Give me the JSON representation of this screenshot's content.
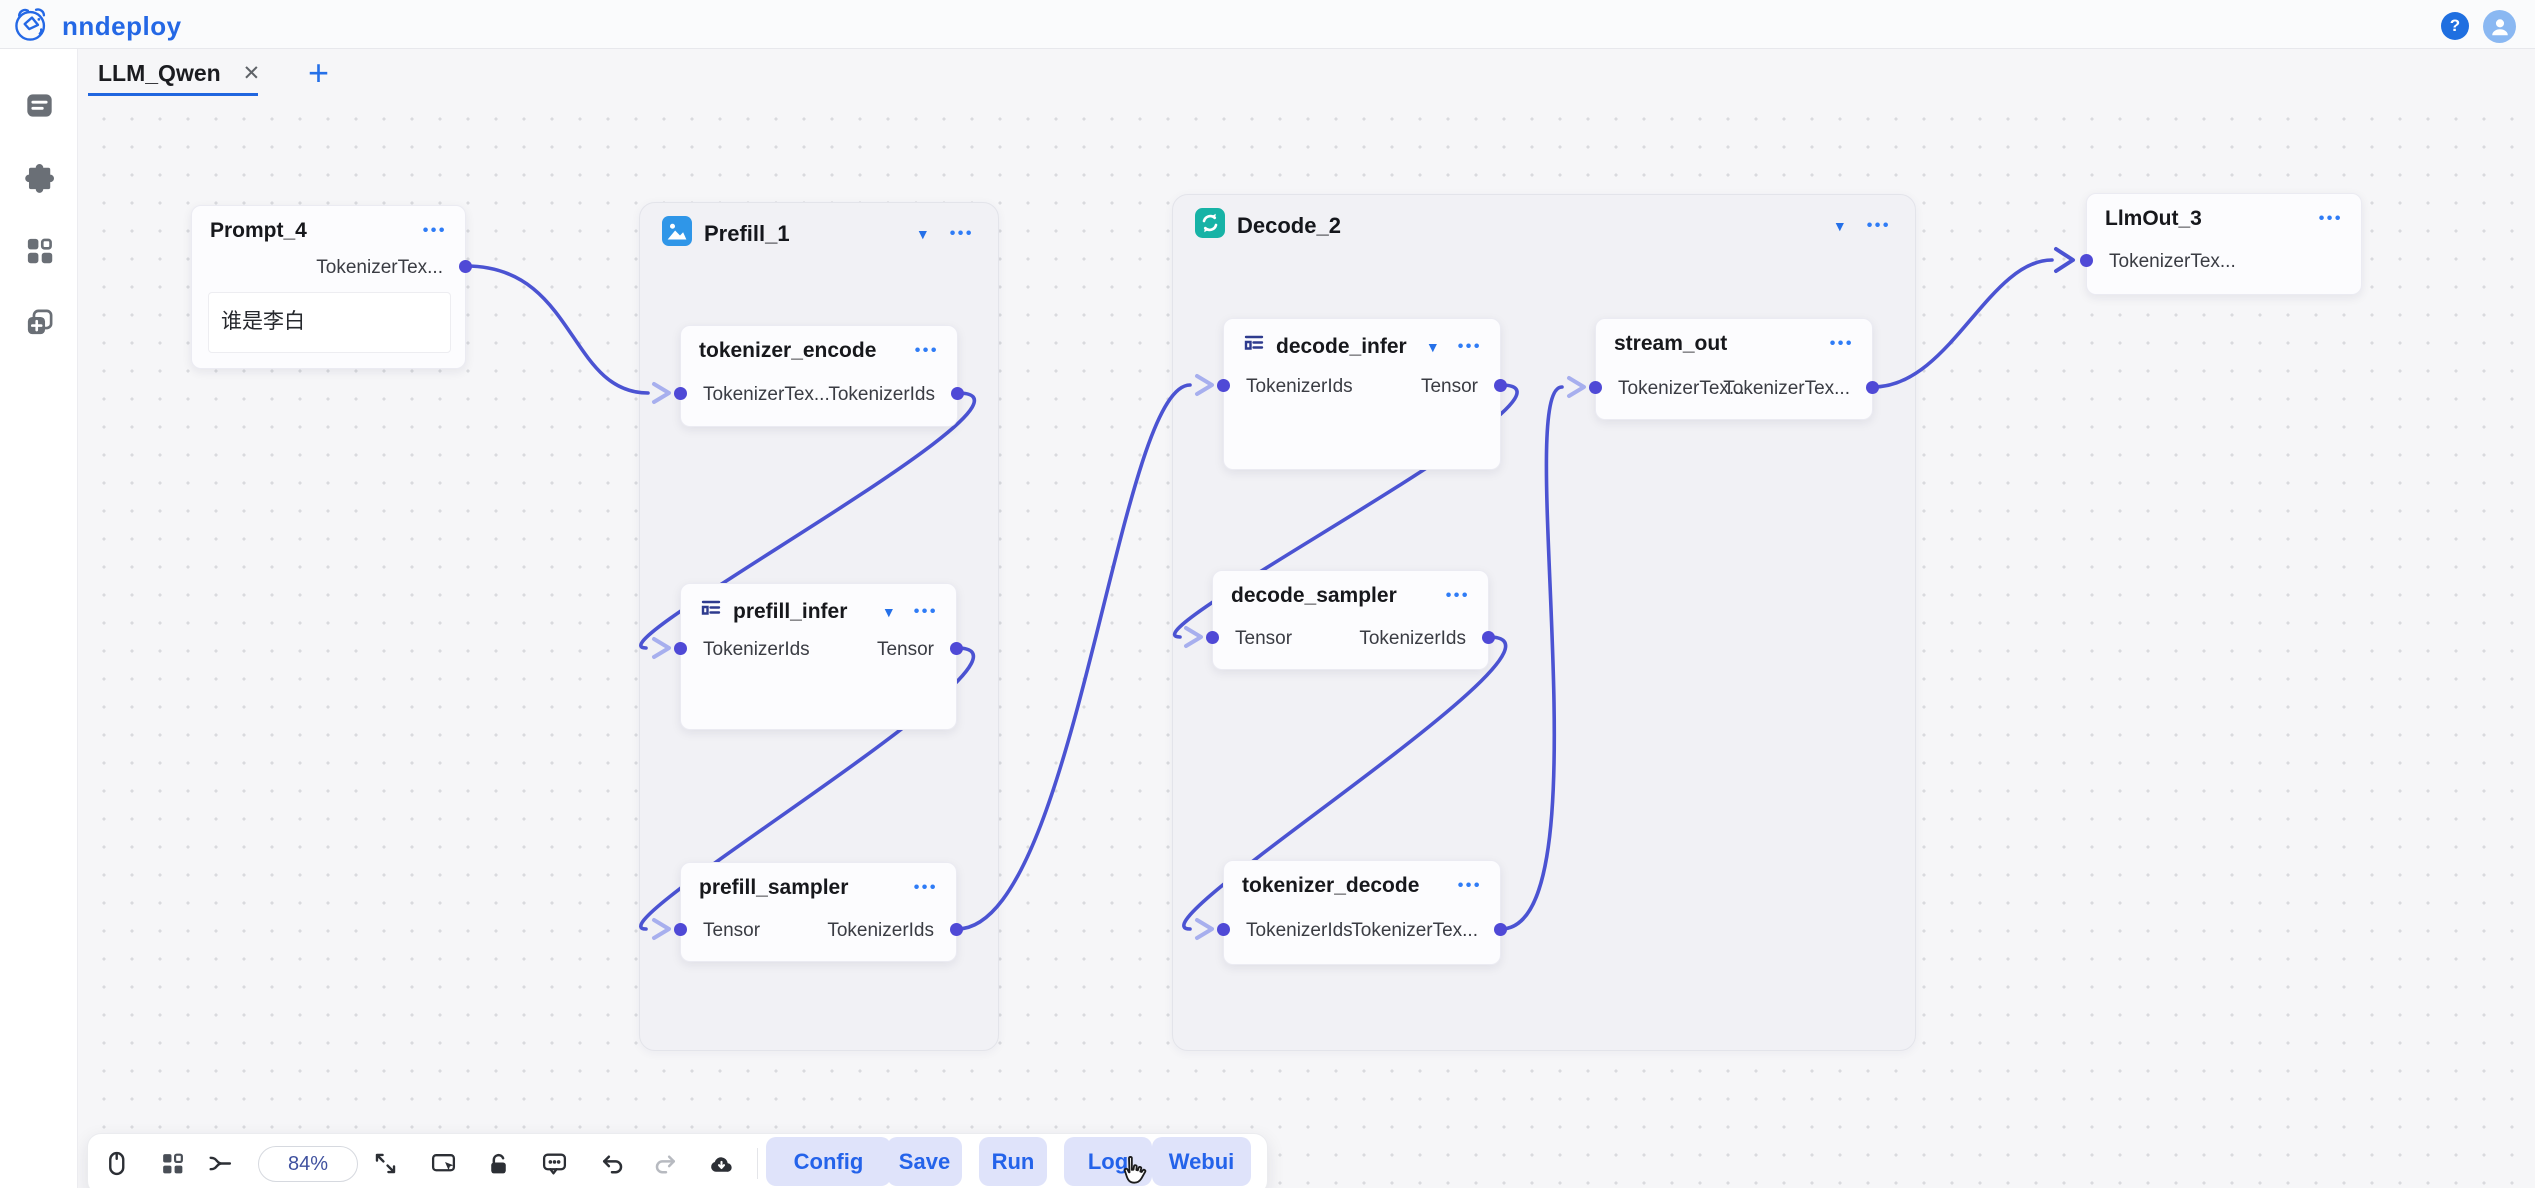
{
  "app": {
    "brand": "nndeploy"
  },
  "icons": {
    "ellipsis": "•••",
    "collapse": "▼",
    "close": "✕",
    "add": "+",
    "help": "?",
    "logo": "bear-logo-icon",
    "sidebar": [
      "notes-icon",
      "puzzle-icon",
      "dashboard-icon",
      "copy-add-icon"
    ],
    "toolbar": [
      "mouse-icon",
      "minimap-icon",
      "branch-icon",
      "fit-view-icon",
      "screen-pointer-icon",
      "lock-open-icon",
      "comment-icon",
      "undo-icon",
      "redo-icon",
      "cloud-download-icon"
    ]
  },
  "tabs": {
    "active_label": "LLM_Qwen"
  },
  "toolbar": {
    "zoom_value": "84%",
    "buttons": [
      {
        "label": "Config"
      },
      {
        "label": "Save"
      },
      {
        "label": "Run"
      },
      {
        "label": "Log"
      },
      {
        "label": "Webui"
      }
    ]
  },
  "groups": {
    "prefill": {
      "title": "Prefill_1"
    },
    "decode": {
      "title": "Decode_2"
    }
  },
  "nodes": {
    "prompt4": {
      "title": "Prompt_4",
      "output": "TokenizerTex...",
      "text": "谁是李白"
    },
    "tokenizer_encode": {
      "title": "tokenizer_encode",
      "input": "TokenizerTex...",
      "output": "TokenizerIds"
    },
    "prefill_infer": {
      "title": "prefill_infer",
      "input": "TokenizerIds",
      "output": "Tensor"
    },
    "prefill_sampler": {
      "title": "prefill_sampler",
      "input": "Tensor",
      "output": "TokenizerIds"
    },
    "decode_infer": {
      "title": "decode_infer",
      "input": "TokenizerIds",
      "output": "Tensor"
    },
    "decode_sampler": {
      "title": "decode_sampler",
      "input": "Tensor",
      "output": "TokenizerIds"
    },
    "tokenizer_decode": {
      "title": "tokenizer_decode",
      "input": "TokenizerIds",
      "output": "TokenizerTex..."
    },
    "stream_out": {
      "title": "stream_out",
      "input": "TokenizerTex...",
      "output": "TokenizerTex..."
    },
    "llmout3": {
      "title": "LlmOut_3",
      "input": "TokenizerTex..."
    }
  },
  "edges": [
    {
      "from": "Prompt_4",
      "to": "tokenizer_encode"
    },
    {
      "from": "tokenizer_encode",
      "to": "prefill_infer"
    },
    {
      "from": "prefill_infer",
      "to": "prefill_sampler"
    },
    {
      "from": "prefill_sampler",
      "to": "decode_infer"
    },
    {
      "from": "decode_infer",
      "to": "decode_sampler"
    },
    {
      "from": "decode_sampler",
      "to": "tokenizer_decode"
    },
    {
      "from": "tokenizer_decode",
      "to": "stream_out"
    },
    {
      "from": "stream_out",
      "to": "LlmOut_3"
    }
  ],
  "colors": {
    "accent": "#2570e8",
    "edge": "#4b53d2",
    "port": "#4f49d6",
    "teal": "#17b3a6",
    "button_bg": "#dfe3fa"
  }
}
